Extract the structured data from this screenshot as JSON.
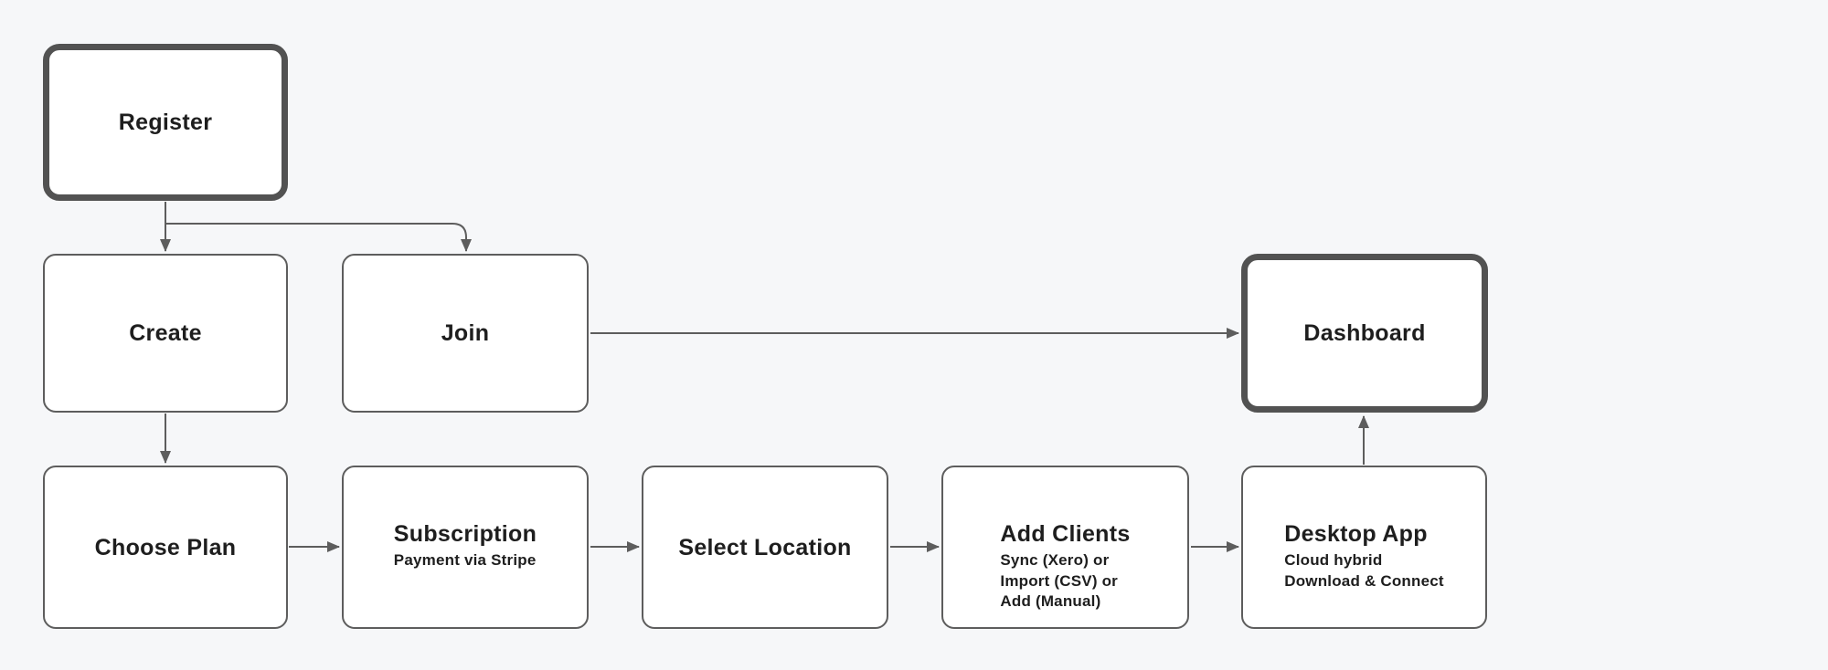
{
  "diagram": {
    "type": "flowchart",
    "colors": {
      "background": "#f6f7f9",
      "node_fill": "#ffffff",
      "node_border": "#5d5d5d",
      "node_border_emphasis": "#525252",
      "connector": "#5d5d5d",
      "text": "#1e1e1e"
    }
  },
  "nodes": [
    {
      "id": "register",
      "label": "Register",
      "emphasis": true,
      "sub": []
    },
    {
      "id": "create",
      "label": "Create",
      "emphasis": false,
      "sub": []
    },
    {
      "id": "join",
      "label": "Join",
      "emphasis": false,
      "sub": []
    },
    {
      "id": "dashboard",
      "label": "Dashboard",
      "emphasis": true,
      "sub": []
    },
    {
      "id": "choose-plan",
      "label": "Choose Plan",
      "emphasis": false,
      "sub": []
    },
    {
      "id": "subscription",
      "label": "Subscription",
      "emphasis": false,
      "sub": [
        "Payment via Stripe"
      ]
    },
    {
      "id": "select-location",
      "label": "Select Location",
      "emphasis": false,
      "sub": []
    },
    {
      "id": "add-clients",
      "label": "Add Clients",
      "emphasis": false,
      "sub": [
        "Sync (Xero) or",
        "Import (CSV) or",
        "Add (Manual)"
      ]
    },
    {
      "id": "desktop-app",
      "label": "Desktop App",
      "emphasis": false,
      "sub": [
        "Cloud hybrid",
        "Download & Connect"
      ]
    }
  ],
  "edges": [
    {
      "from": "register",
      "to": "create",
      "shape": "straight-down"
    },
    {
      "from": "register",
      "to": "join",
      "shape": "elbow-right-down"
    },
    {
      "from": "join",
      "to": "dashboard",
      "shape": "straight-right"
    },
    {
      "from": "create",
      "to": "choose-plan",
      "shape": "straight-down"
    },
    {
      "from": "choose-plan",
      "to": "subscription",
      "shape": "straight-right"
    },
    {
      "from": "subscription",
      "to": "select-location",
      "shape": "straight-right"
    },
    {
      "from": "select-location",
      "to": "add-clients",
      "shape": "straight-right"
    },
    {
      "from": "add-clients",
      "to": "desktop-app",
      "shape": "straight-right"
    },
    {
      "from": "desktop-app",
      "to": "dashboard",
      "shape": "straight-up"
    }
  ]
}
